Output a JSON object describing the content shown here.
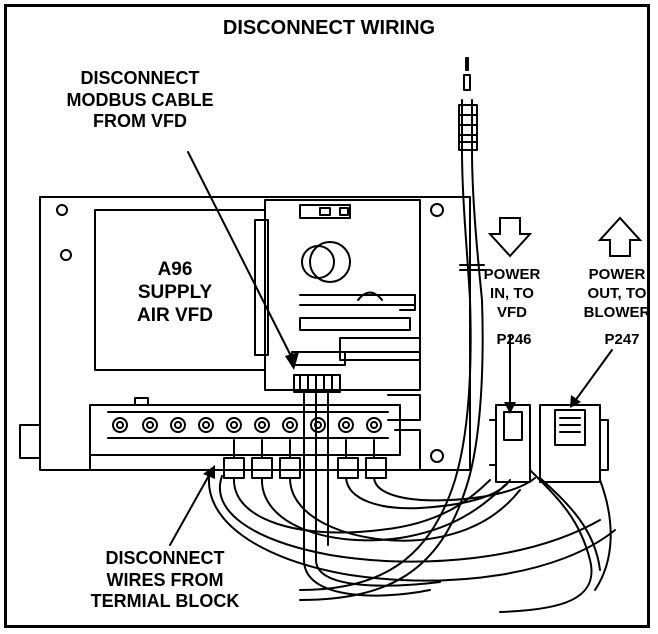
{
  "title": "DISCONNECT WIRING",
  "labels": {
    "modbus": [
      "DISCONNECT",
      "MODBUS CABLE",
      "FROM VFD"
    ],
    "vfd": [
      "A96",
      "SUPPLY",
      "AIR VFD"
    ],
    "terminal": [
      "DISCONNECT",
      "WIRES FROM",
      "TERMIAL BLOCK"
    ],
    "power_in": [
      "POWER",
      "IN, TO",
      "VFD"
    ],
    "power_in_plug": "P246",
    "power_out": [
      "POWER",
      "OUT, TO",
      "BLOWER"
    ],
    "power_out_plug": "P247"
  },
  "icons": {
    "power_in_arrow": "down-arrow-icon",
    "power_out_arrow": "up-arrow-icon"
  },
  "colors": {
    "ink": "#000000",
    "paper": "#ffffff"
  }
}
